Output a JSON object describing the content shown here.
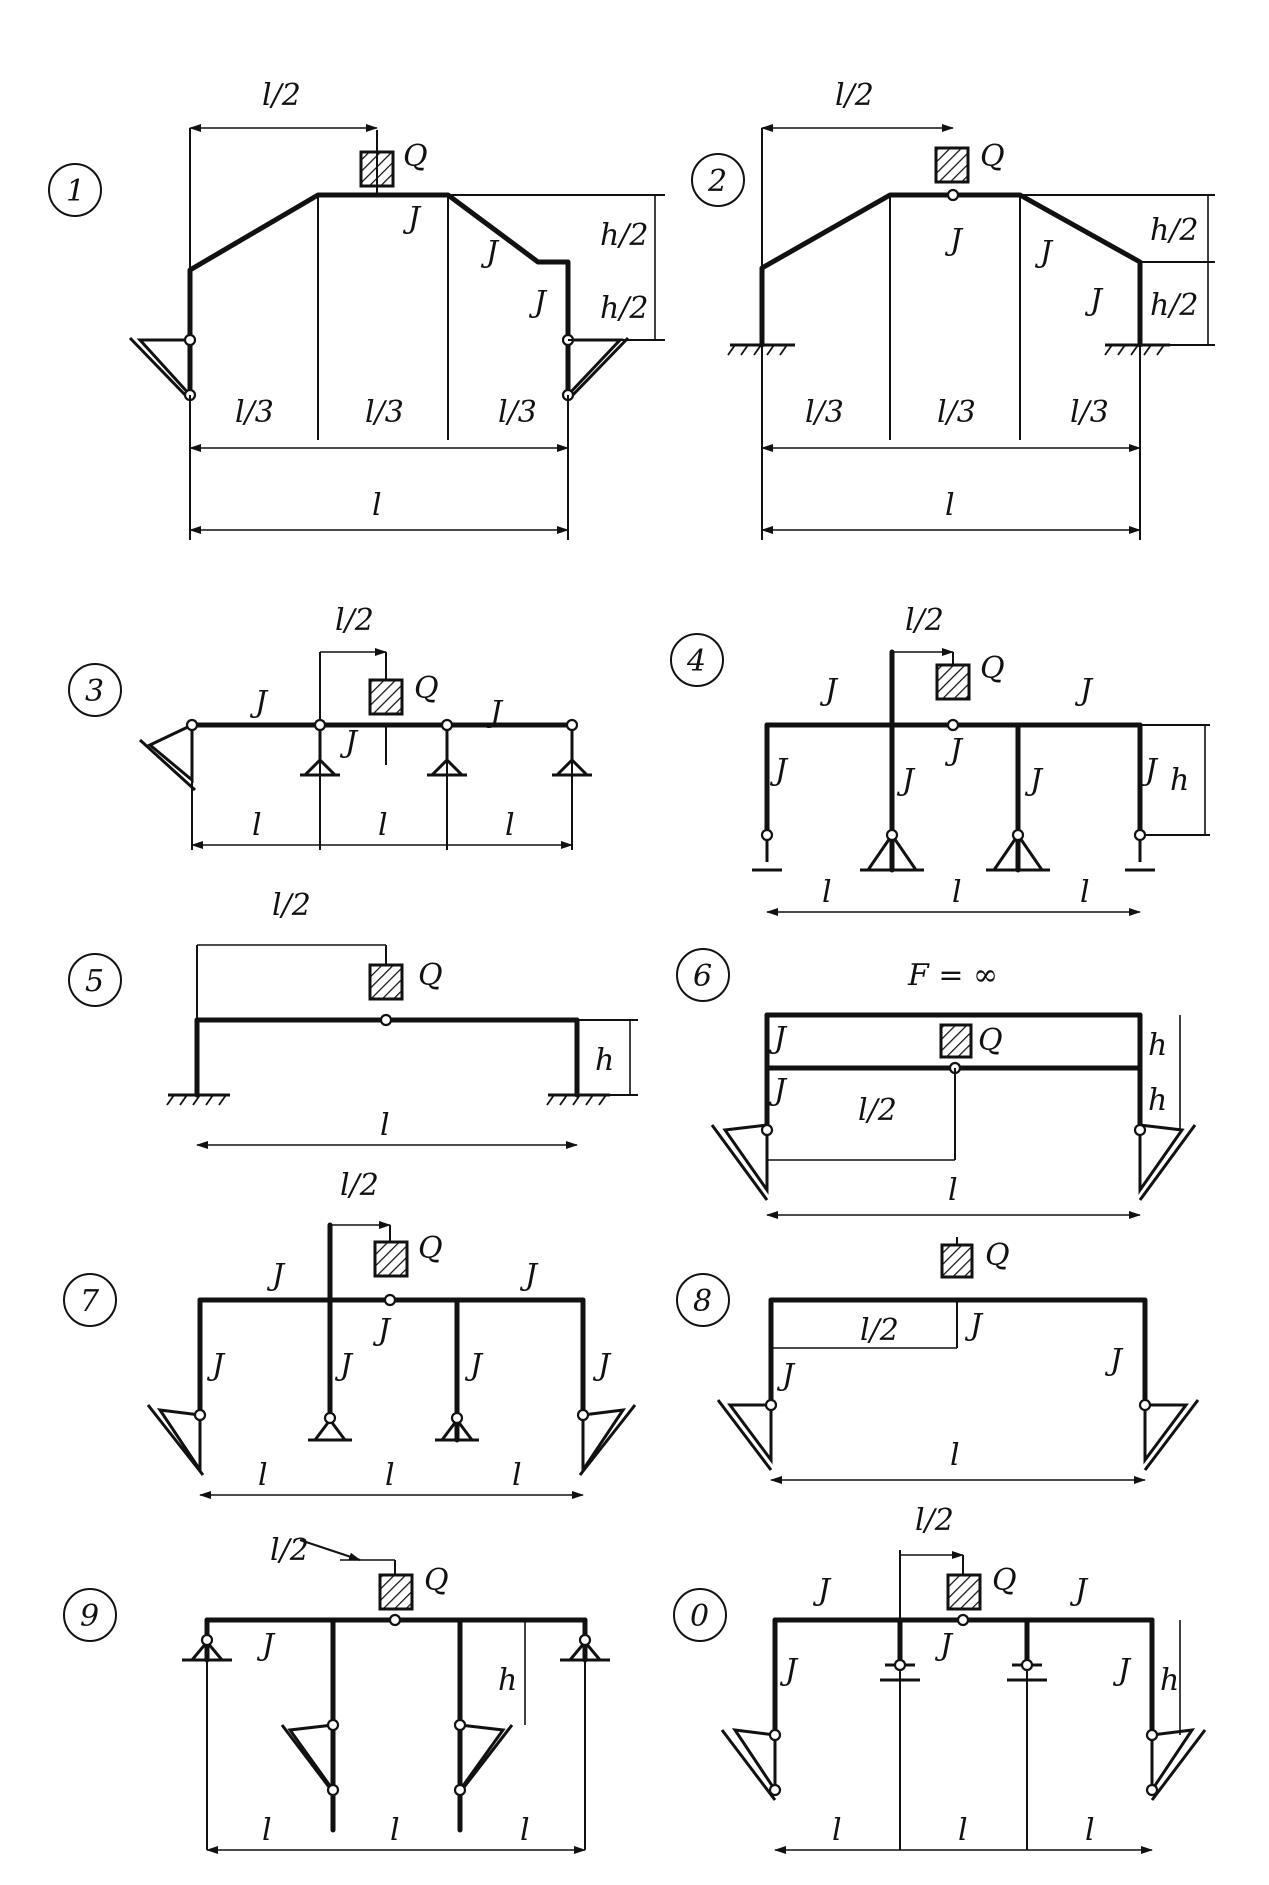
{
  "labels": {
    "load": "Q",
    "inertia": "J",
    "len": "l",
    "half": "l/2",
    "third": "l/3",
    "height": "h",
    "half_h": "h/2",
    "rigid": "F = ∞"
  },
  "schemes": [
    {
      "id": "1",
      "number": "1"
    },
    {
      "id": "2",
      "number": "2"
    },
    {
      "id": "3",
      "number": "3"
    },
    {
      "id": "4",
      "number": "4"
    },
    {
      "id": "5",
      "number": "5"
    },
    {
      "id": "6",
      "number": "6"
    },
    {
      "id": "7",
      "number": "7"
    },
    {
      "id": "8",
      "number": "8"
    },
    {
      "id": "9",
      "number": "9"
    },
    {
      "id": "0",
      "number": "0"
    }
  ],
  "icons": {
    "load": "hatched-weight-icon",
    "pin": "pin-support-icon",
    "fixed": "fixed-support-icon",
    "hinge": "hinge-icon"
  }
}
